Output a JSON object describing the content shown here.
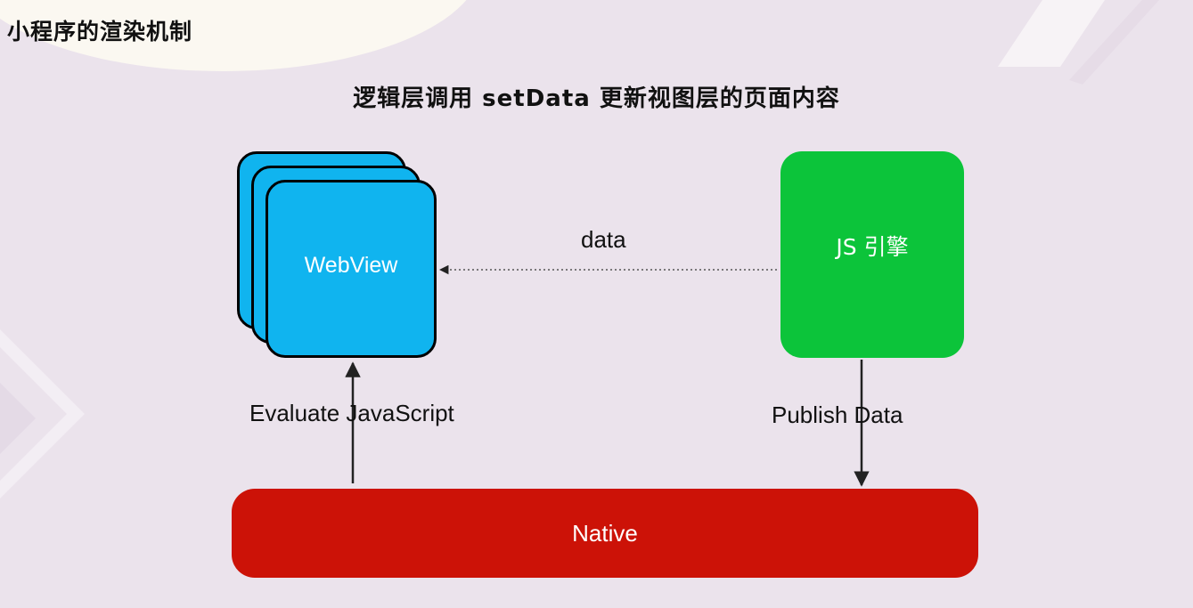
{
  "slide": {
    "title": "小程序的渲染机制",
    "subtitle": "逻辑层调用 setData 更新视图层的页面内容"
  },
  "diagram": {
    "webview_label": "WebView",
    "js_engine_label": "JS 引擎",
    "native_label": "Native",
    "edge_data_label": "data",
    "edge_evaluate_label": "Evaluate JavaScript",
    "edge_publish_label": "Publish Data"
  },
  "colors": {
    "webview": "#10b4ef",
    "js_engine": "#0cc43a",
    "native": "#cc1207",
    "background": "#ebe3ec"
  }
}
